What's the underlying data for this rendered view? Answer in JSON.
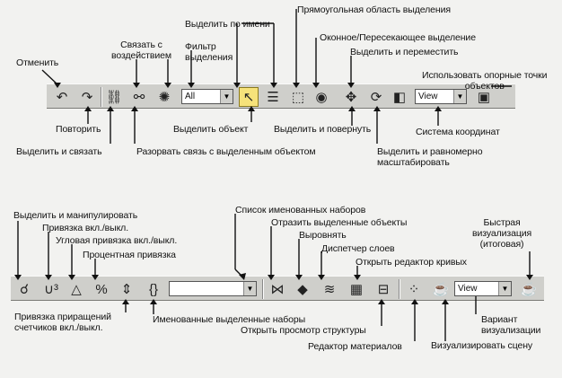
{
  "top": {
    "labels": {
      "undo": "Отменить",
      "redo": "Повторить",
      "select_link": "Выделить и связать",
      "bind_space_warp": "Связать с\nвоздействием",
      "selection_filter": "Фильтр\nвыделения",
      "unlink": "Разорвать связь с выделенным объектом",
      "select_object": "Выделить объект",
      "select_by_name": "Выделить по имени",
      "rect_region": "Прямоугольная область выделения",
      "window_crossing": "Оконное/Пересекающее выделение",
      "select_move": "Выделить и переместить",
      "select_rotate": "Выделить и повернуть",
      "select_scale": "Выделить и равномерно\nмасштабировать",
      "ref_coord": "Система координат",
      "pivot_center": "Использовать опорные точки\nобъектов"
    },
    "filter_value": "All",
    "coord_value": "View"
  },
  "bottom": {
    "labels": {
      "select_manipulate": "Выделить и манипулировать",
      "snap_toggle": "Привязка вкл./выкл.",
      "angle_snap": "Угловая привязка вкл./выкл.",
      "percent_snap": "Процентная привязка",
      "spinner_snap": "Привязка приращений\nсчетчиков вкл./выкл.",
      "named_sets_edit": "Именованные выделенные наборы",
      "named_sets_list": "Список именованных наборов",
      "mirror": "Отразить выделенные объекты",
      "align": "Выровнять",
      "layer_manager": "Диспетчер слоев",
      "curve_editor": "Открыть редактор кривых",
      "schematic_view": "Открыть просмотр структуры",
      "material_editor": "Редактор материалов",
      "render_scene": "Визуализировать сцену",
      "render_type": "Вариант\nвизуализации",
      "quick_render": "Быстрая\nвизуализация\n(итоговая)"
    },
    "render_value": "View"
  }
}
